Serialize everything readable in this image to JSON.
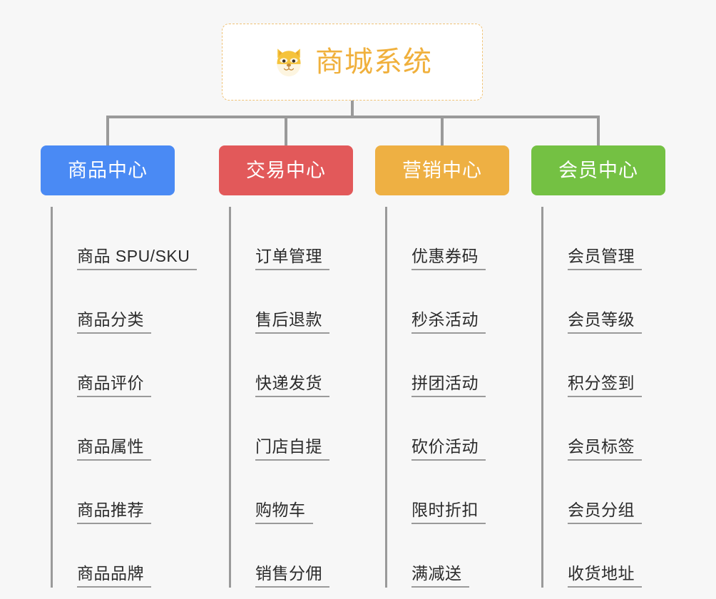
{
  "diagram": {
    "type": "org-chart",
    "background_color": "#f7f7f7",
    "connector_color": "#9a9a9a",
    "root": {
      "title": "商城系统",
      "icon": "shiba-dog-face-emoji",
      "text_color": "#f0b03c",
      "border_color": "#f0c377",
      "background_color": "#ffffff"
    },
    "columns": [
      {
        "id": "product-center",
        "label": "商品中心",
        "color": "#4a8af4",
        "items": [
          "商品 SPU/SKU",
          "商品分类",
          "商品评价",
          "商品属性",
          "商品推荐",
          "商品品牌"
        ]
      },
      {
        "id": "trade-center",
        "label": "交易中心",
        "color": "#e2595a",
        "items": [
          "订单管理",
          "售后退款",
          "快递发货",
          "门店自提",
          "购物车",
          "销售分佣"
        ]
      },
      {
        "id": "marketing-center",
        "label": "营销中心",
        "color": "#eeb043",
        "items": [
          "优惠券码",
          "秒杀活动",
          "拼团活动",
          "砍价活动",
          "限时折扣",
          "满减送"
        ]
      },
      {
        "id": "member-center",
        "label": "会员中心",
        "color": "#74c143",
        "items": [
          "会员管理",
          "会员等级",
          "积分签到",
          "会员标签",
          "会员分组",
          "收货地址"
        ]
      }
    ]
  }
}
